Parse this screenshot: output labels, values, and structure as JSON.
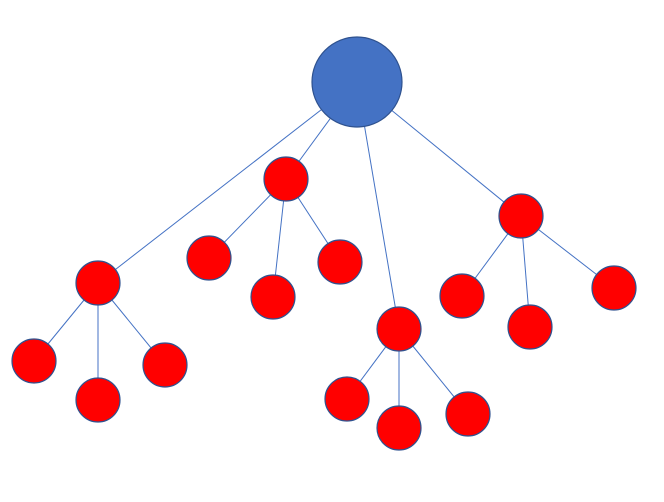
{
  "diagram": {
    "type": "tree",
    "colors": {
      "root_fill": "#4472c4",
      "node_fill": "#ff0000",
      "outline": "#2f528f",
      "edge": "#4472c4"
    },
    "root": "root",
    "nodes": [
      {
        "id": "root",
        "level": 0
      },
      {
        "id": "n1",
        "level": 1
      },
      {
        "id": "n2",
        "level": 1
      },
      {
        "id": "n3",
        "level": 1
      },
      {
        "id": "n4",
        "level": 1
      },
      {
        "id": "n1a",
        "level": 2
      },
      {
        "id": "n1b",
        "level": 2
      },
      {
        "id": "n1c",
        "level": 2
      },
      {
        "id": "n2a",
        "level": 2
      },
      {
        "id": "n2b",
        "level": 2
      },
      {
        "id": "n2c",
        "level": 2
      },
      {
        "id": "n3a",
        "level": 2
      },
      {
        "id": "n3b",
        "level": 2
      },
      {
        "id": "n3c",
        "level": 2
      },
      {
        "id": "n4a",
        "level": 2
      },
      {
        "id": "n4b",
        "level": 2
      },
      {
        "id": "n4c",
        "level": 2
      }
    ],
    "edges": [
      [
        "root",
        "n1"
      ],
      [
        "root",
        "n2"
      ],
      [
        "root",
        "n3"
      ],
      [
        "root",
        "n4"
      ],
      [
        "n1",
        "n1a"
      ],
      [
        "n1",
        "n1b"
      ],
      [
        "n1",
        "n1c"
      ],
      [
        "n2",
        "n2a"
      ],
      [
        "n2",
        "n2b"
      ],
      [
        "n2",
        "n2c"
      ],
      [
        "n3",
        "n3a"
      ],
      [
        "n3",
        "n3b"
      ],
      [
        "n3",
        "n3c"
      ],
      [
        "n4",
        "n4a"
      ],
      [
        "n4",
        "n4b"
      ],
      [
        "n4",
        "n4c"
      ]
    ]
  }
}
